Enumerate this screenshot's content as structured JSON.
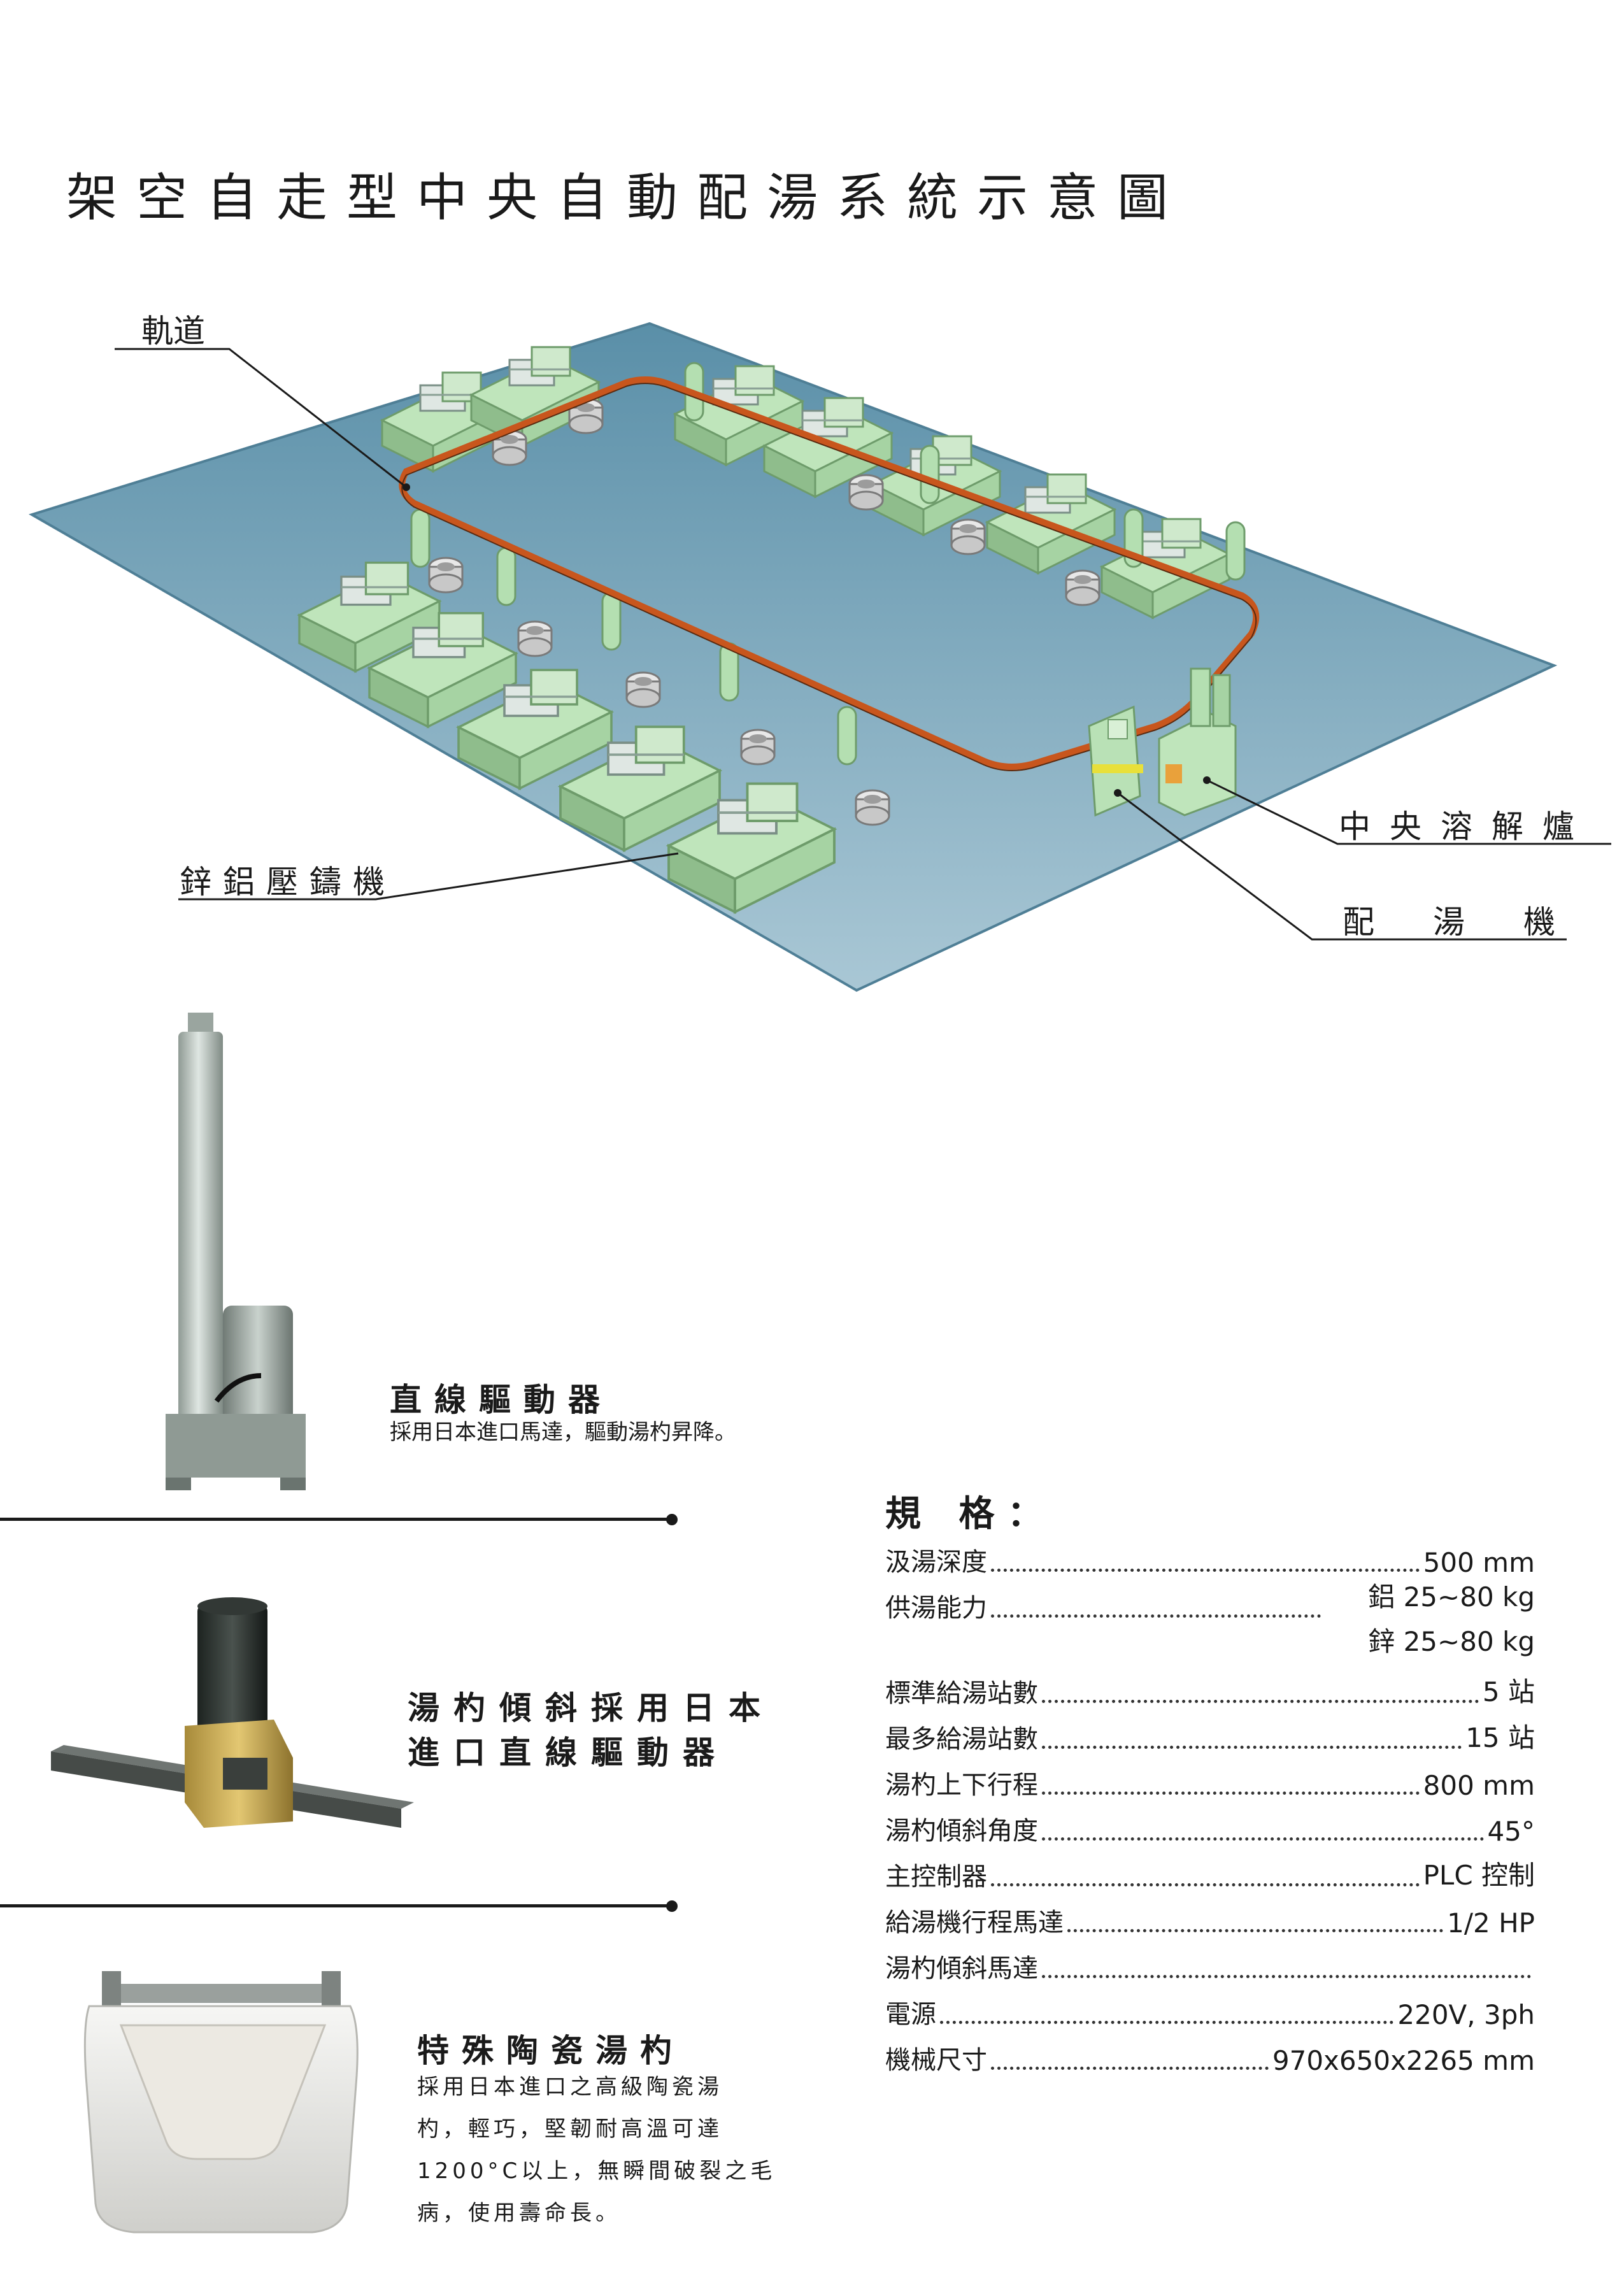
{
  "title": "架空自走型中央自動配湯系統示意圖",
  "diagram": {
    "label_track": "軌道",
    "label_die_casting": "鋅鋁壓鑄機",
    "label_furnace": "中央溶解爐",
    "label_dispenser": "配湯機"
  },
  "products": [
    {
      "title": "直線驅動器",
      "desc": [
        "採用日本進口馬達，驅動湯杓昇降。"
      ]
    },
    {
      "title_lines": [
        "湯杓傾斜採用日本",
        "進口直線驅動器"
      ]
    },
    {
      "title": "特殊陶瓷湯杓",
      "desc": [
        "採用日本進口之高級陶瓷湯",
        "杓，輕巧，堅韌耐高溫可達",
        "1200°C以上，無瞬間破裂之毛",
        "病，使用壽命長。"
      ]
    }
  ],
  "specs": {
    "heading": "規 格：",
    "rows": [
      {
        "label": "汲湯深度",
        "value": "500 mm"
      },
      {
        "label": "供湯能力",
        "value": "鋁 25~80 kg",
        "value2": "鋅 25~80 kg"
      },
      {
        "label": "標準給湯站數",
        "value": "5 站"
      },
      {
        "label": "最多給湯站數",
        "value": "15 站"
      },
      {
        "label": "湯杓上下行程",
        "value": "800 mm"
      },
      {
        "label": "湯杓傾斜角度",
        "value": "45°"
      },
      {
        "label": "主控制器",
        "value": "PLC 控制"
      },
      {
        "label": "給湯機行程馬達",
        "value": "1/2 HP"
      },
      {
        "label": "湯杓傾斜馬達",
        "value": ""
      },
      {
        "label": "電源",
        "value": "220V, 3ph"
      },
      {
        "label": "機械尺寸",
        "value": "970x650x2265 mm"
      }
    ]
  },
  "colors": {
    "floor": "#5e95ad",
    "machine": "#a9d8a7",
    "track": "#c8561d"
  }
}
